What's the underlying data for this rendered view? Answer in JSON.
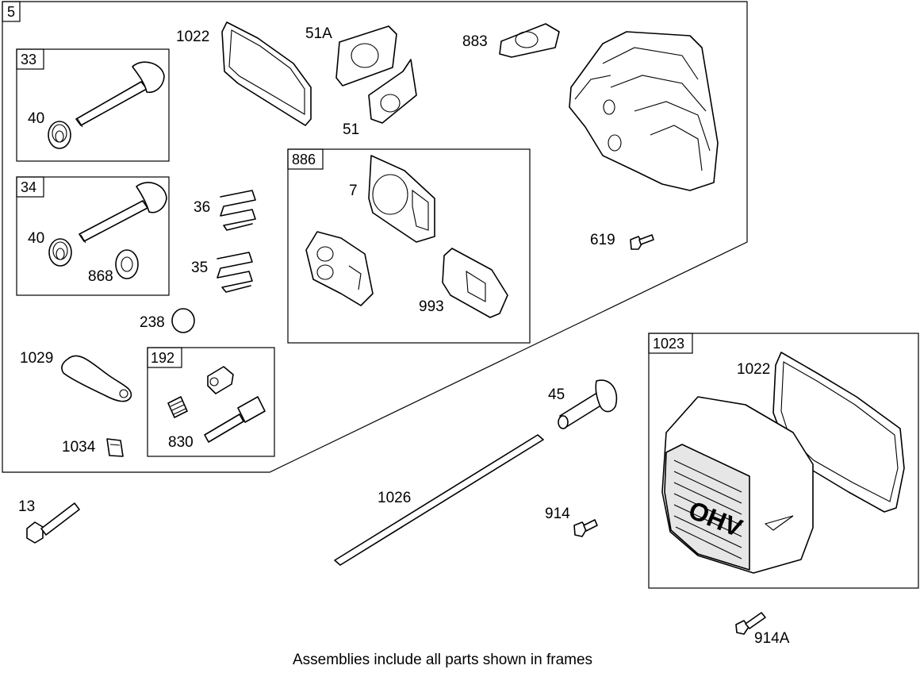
{
  "diagram": {
    "frame_labels": {
      "f5": "5",
      "f33": "33",
      "f34": "34",
      "f886": "886",
      "f192": "192",
      "f1023": "1023"
    },
    "part_labels": {
      "p1022a": "1022",
      "p51a": "51A",
      "p883": "883",
      "p51": "51",
      "p40a": "40",
      "p40b": "40",
      "p868": "868",
      "p36": "36",
      "p35": "35",
      "p7": "7",
      "p993": "993",
      "p619": "619",
      "p238": "238",
      "p1029": "1029",
      "p830": "830",
      "p1034": "1034",
      "p45": "45",
      "p1022b": "1022",
      "p1026": "1026",
      "p13": "13",
      "p914": "914",
      "p914a": "914A"
    },
    "cover_text": "OHV",
    "caption": "Assemblies include all parts shown in frames"
  }
}
